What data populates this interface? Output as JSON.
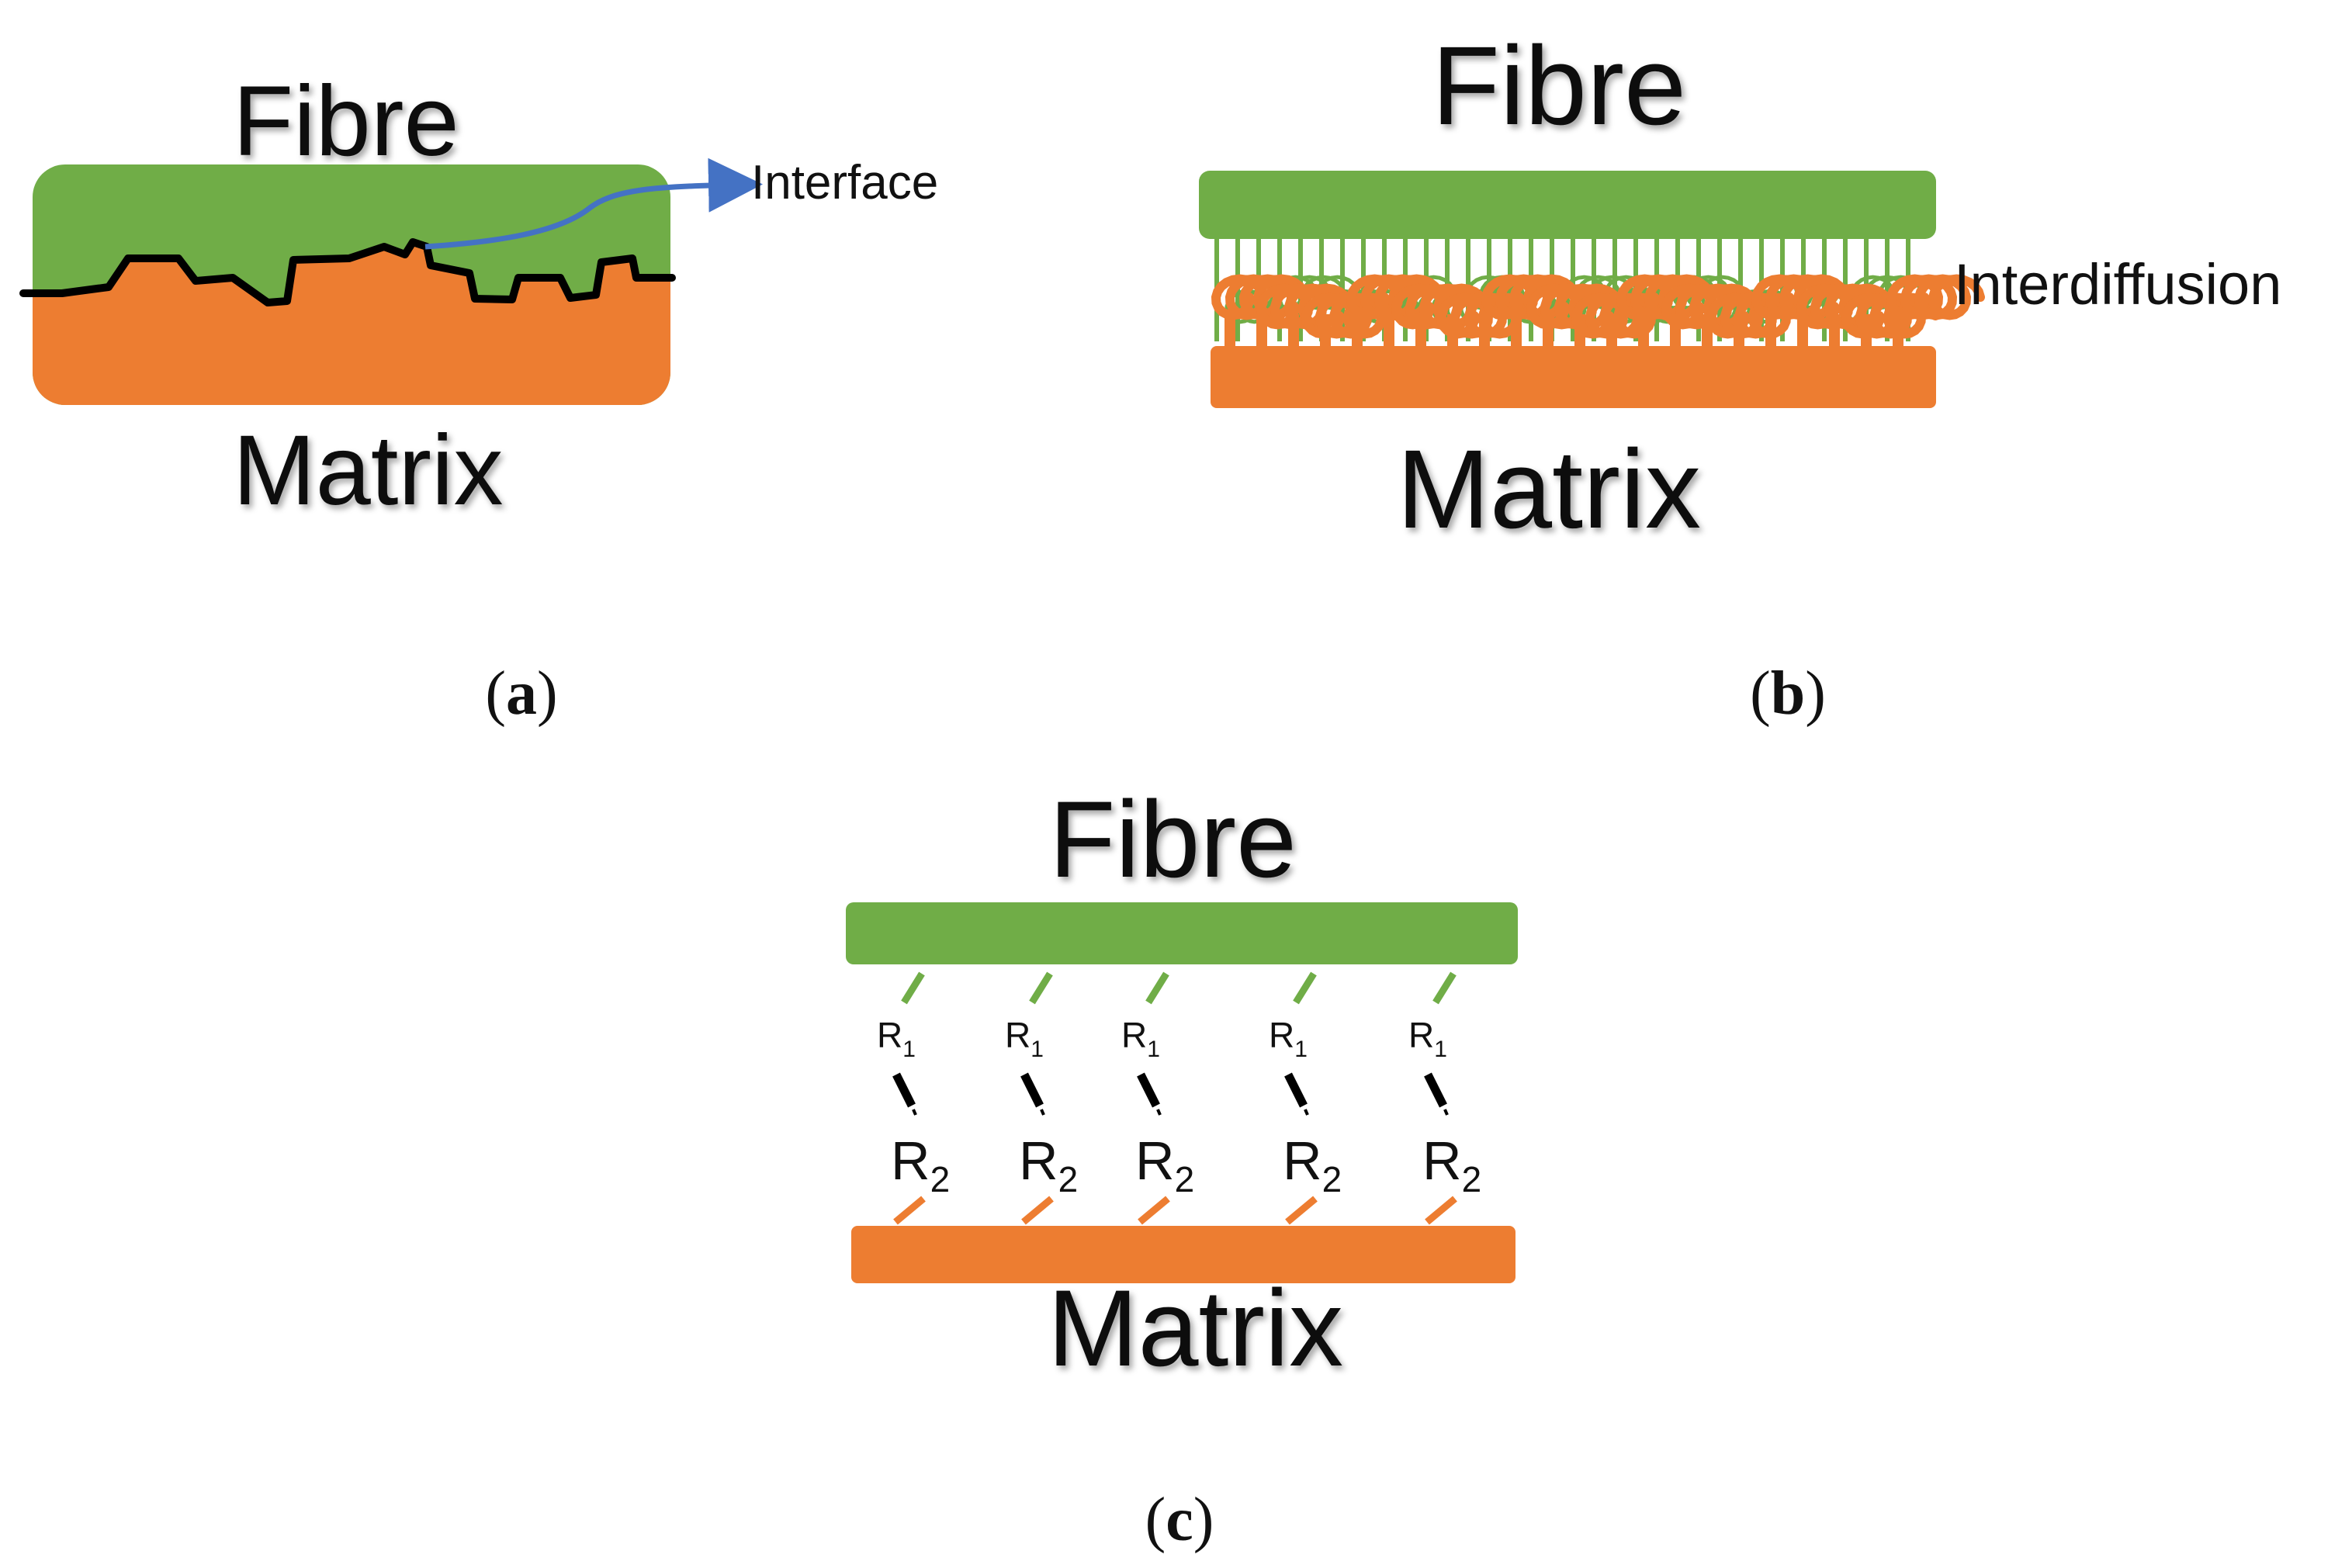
{
  "colors": {
    "fibre": "#70ad47",
    "matrix": "#ed7d31",
    "interface_line": "#000000",
    "interface_arrow": "#4472c4",
    "chain_link": "#000000"
  },
  "panel_a": {
    "fibre_label": "Fibre",
    "matrix_label": "Matrix",
    "interface_label": "Interface",
    "caption_letter": "a"
  },
  "panel_b": {
    "fibre_label": "Fibre",
    "matrix_label": "Matrix",
    "interdiffusion_label": "Interdiffusion",
    "caption_letter": "b"
  },
  "panel_c": {
    "fibre_label": "Fibre",
    "matrix_label": "Matrix",
    "caption_letter": "c",
    "linkages": [
      {
        "r1": "R",
        "r1_sub": "1",
        "r2": "R",
        "r2_sub": "2"
      },
      {
        "r1": "R",
        "r1_sub": "1",
        "r2": "R",
        "r2_sub": "2"
      },
      {
        "r1": "R",
        "r1_sub": "1",
        "r2": "R",
        "r2_sub": "2"
      },
      {
        "r1": "R",
        "r1_sub": "1",
        "r2": "R",
        "r2_sub": "2"
      },
      {
        "r1": "R",
        "r1_sub": "1",
        "r2": "R",
        "r2_sub": "2"
      }
    ]
  }
}
